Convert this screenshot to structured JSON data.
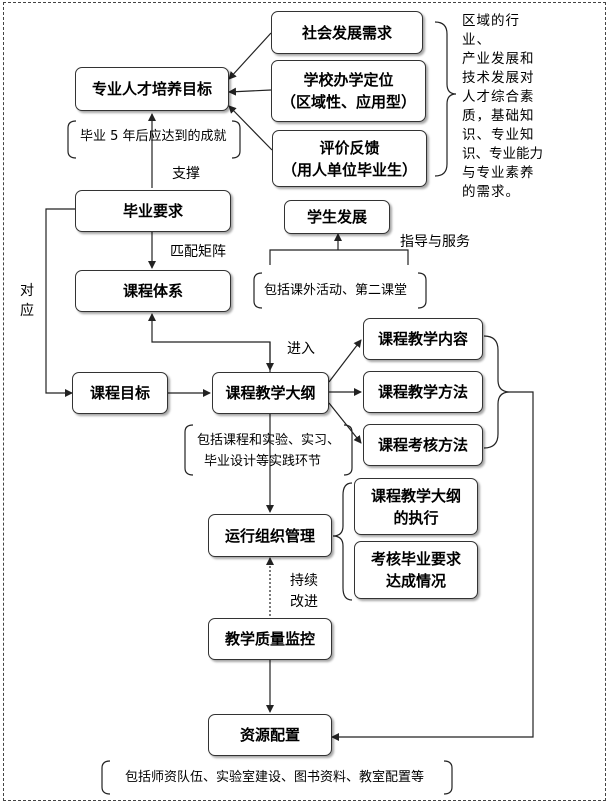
{
  "nodes": {
    "talent_goal": "专业人才培养目标",
    "social_demand": "社会发展需求",
    "school_position_l1": "学校办学定位",
    "school_position_l2": "（区域性、应用型）",
    "evaluation_l1": "评价反馈",
    "evaluation_l2": "（用人单位毕业生）",
    "grad_req": "毕业要求",
    "student_dev": "学生发展",
    "course_system": "课程体系",
    "course_goal": "课程目标",
    "syllabus": "课程教学大纲",
    "content": "课程教学内容",
    "method": "课程教学方法",
    "assess": "课程考核方法",
    "operation": "运行组织管理",
    "exec_l1": "课程教学大纲",
    "exec_l2": "的执行",
    "check_l1": "考核毕业要求",
    "check_l2": "达成情况",
    "quality": "教学质量监控",
    "resource": "资源配置"
  },
  "notes": {
    "achievement": "毕业 5 年后应达到的成就",
    "support": "支撑",
    "matrix": "匹配矩阵",
    "correspond_l1": "对",
    "correspond_l2": "应",
    "guide": "指导与服务",
    "extracurricular": "包括课外活动、第二课堂",
    "enter": "进入",
    "practice_l1": "包括课程和实验、实习、",
    "practice_l2": "毕业设计等实践环节",
    "improve_l1": "持续",
    "improve_l2": "改进",
    "resources_detail": "包括师资队伍、实验室建设、图书资料、教室配置等",
    "region_l1": "区域的行业、",
    "region_l2": "产业发展和",
    "region_l3": "技术发展对",
    "region_l4": "人才综合素",
    "region_l5": "质，基础知",
    "region_l6": "识、专业知",
    "region_l7": "识、专业能力",
    "region_l8": "与专业素养",
    "region_l9": "的需求。"
  }
}
